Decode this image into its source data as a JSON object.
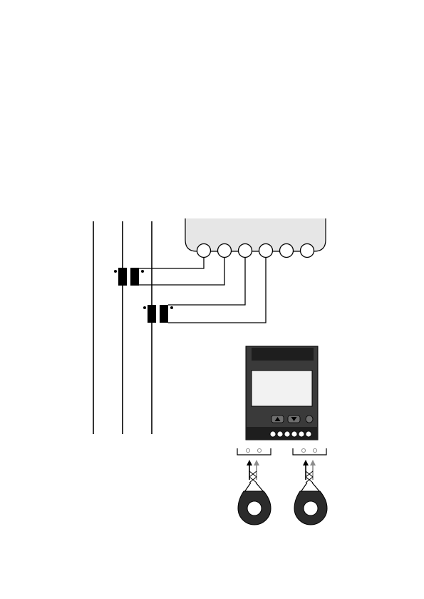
{
  "diagram": {
    "type": "wiring-diagram",
    "meter_terminal_count": 6,
    "device_terminal_count": 6,
    "device_button_icons": [
      "triangle-up-icon",
      "triangle-down-icon",
      "round-button-icon"
    ],
    "connector_icons": [
      "screw-terminal-icon",
      "screw-terminal-icon"
    ],
    "colors": {
      "line": "#000000",
      "meter_body": "#e6e6e6",
      "device_body": "#3a3a3a",
      "device_dark": "#1e1e1e",
      "device_screen": "#f2f2f2",
      "device_button": "#6e6e6e",
      "ct_sensor": "#2b2b2b",
      "arrow_gray": "#8c8c8c"
    }
  }
}
